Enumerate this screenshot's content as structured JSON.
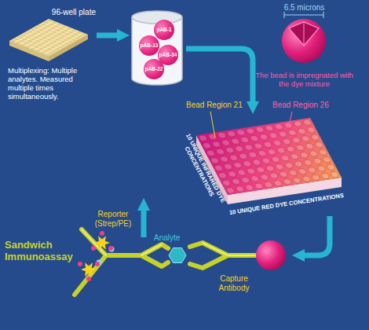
{
  "diagram": {
    "nodes": [
      {
        "text": [
          "96-well plate",
          "Multiplexing: Multiple analytes. Measured multiple times simultaneously."
        ]
      },
      {
        "text": []
      },
      {
        "text": [
          "pAB-1"
        ],
        "in": 1
      },
      {
        "text": [
          "pAB-13"
        ],
        "in": 1
      },
      {
        "text": [
          "pAB-34"
        ],
        "in": 1
      },
      {
        "text": [
          "pAB-22"
        ],
        "in": 1
      },
      {
        "text": [
          "6.5 microns",
          "The bead is impregnated with the dye mixture"
        ]
      },
      {
        "text": [
          "Bead Region 21",
          "Bead Region 26",
          "10 UNIQUE INFRARED DYE CONCENTRATIONS",
          "10 UNIQUE RED DYE CONCENTRATIONS"
        ]
      },
      {
        "text": [
          "Sandwich Immunoassay",
          "Reporter (Strep/PE)",
          "Analyte",
          "Capture Antibody"
        ]
      }
    ],
    "edges": [
      {
        "from": 0,
        "to": 1,
        "arrow": "to"
      },
      {
        "from": 1,
        "to": 7,
        "arrow": "to"
      },
      {
        "from": 7,
        "to": 8,
        "arrow": "to"
      }
    ]
  }
}
